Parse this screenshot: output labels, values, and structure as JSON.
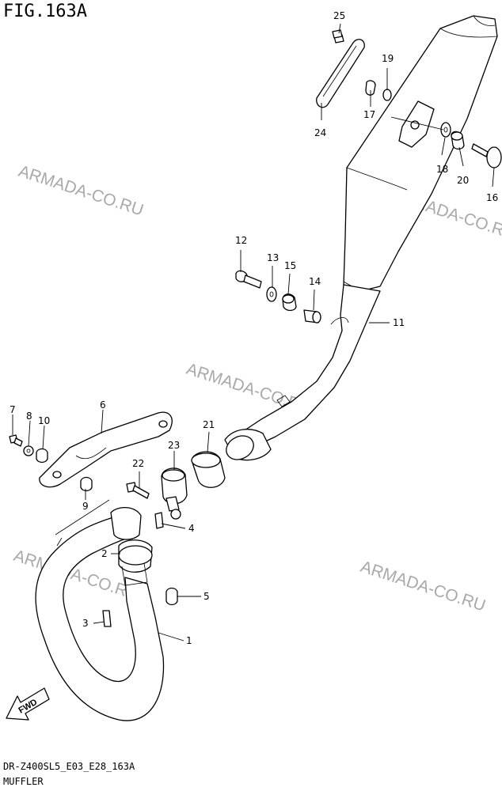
{
  "figure": {
    "title": "FIG.163A"
  },
  "footer": {
    "code": "DR-Z400SL5_E03_E28_163A",
    "name": "MUFFLER"
  },
  "watermarks": [
    "ARMADA-CO.RU",
    "ARMADA-CO.RU",
    "ARMADA-CO.RU",
    "ARMADA-CO.RU",
    "ARMADA-CO.RU"
  ],
  "direction_marker": {
    "label": "FWD"
  },
  "callouts": [
    "1",
    "2",
    "3",
    "4",
    "5",
    "6",
    "7",
    "8",
    "9",
    "10",
    "11",
    "12",
    "13",
    "14",
    "15",
    "16",
    "17",
    "18",
    "19",
    "20",
    "21",
    "22",
    "23",
    "24",
    "25"
  ]
}
